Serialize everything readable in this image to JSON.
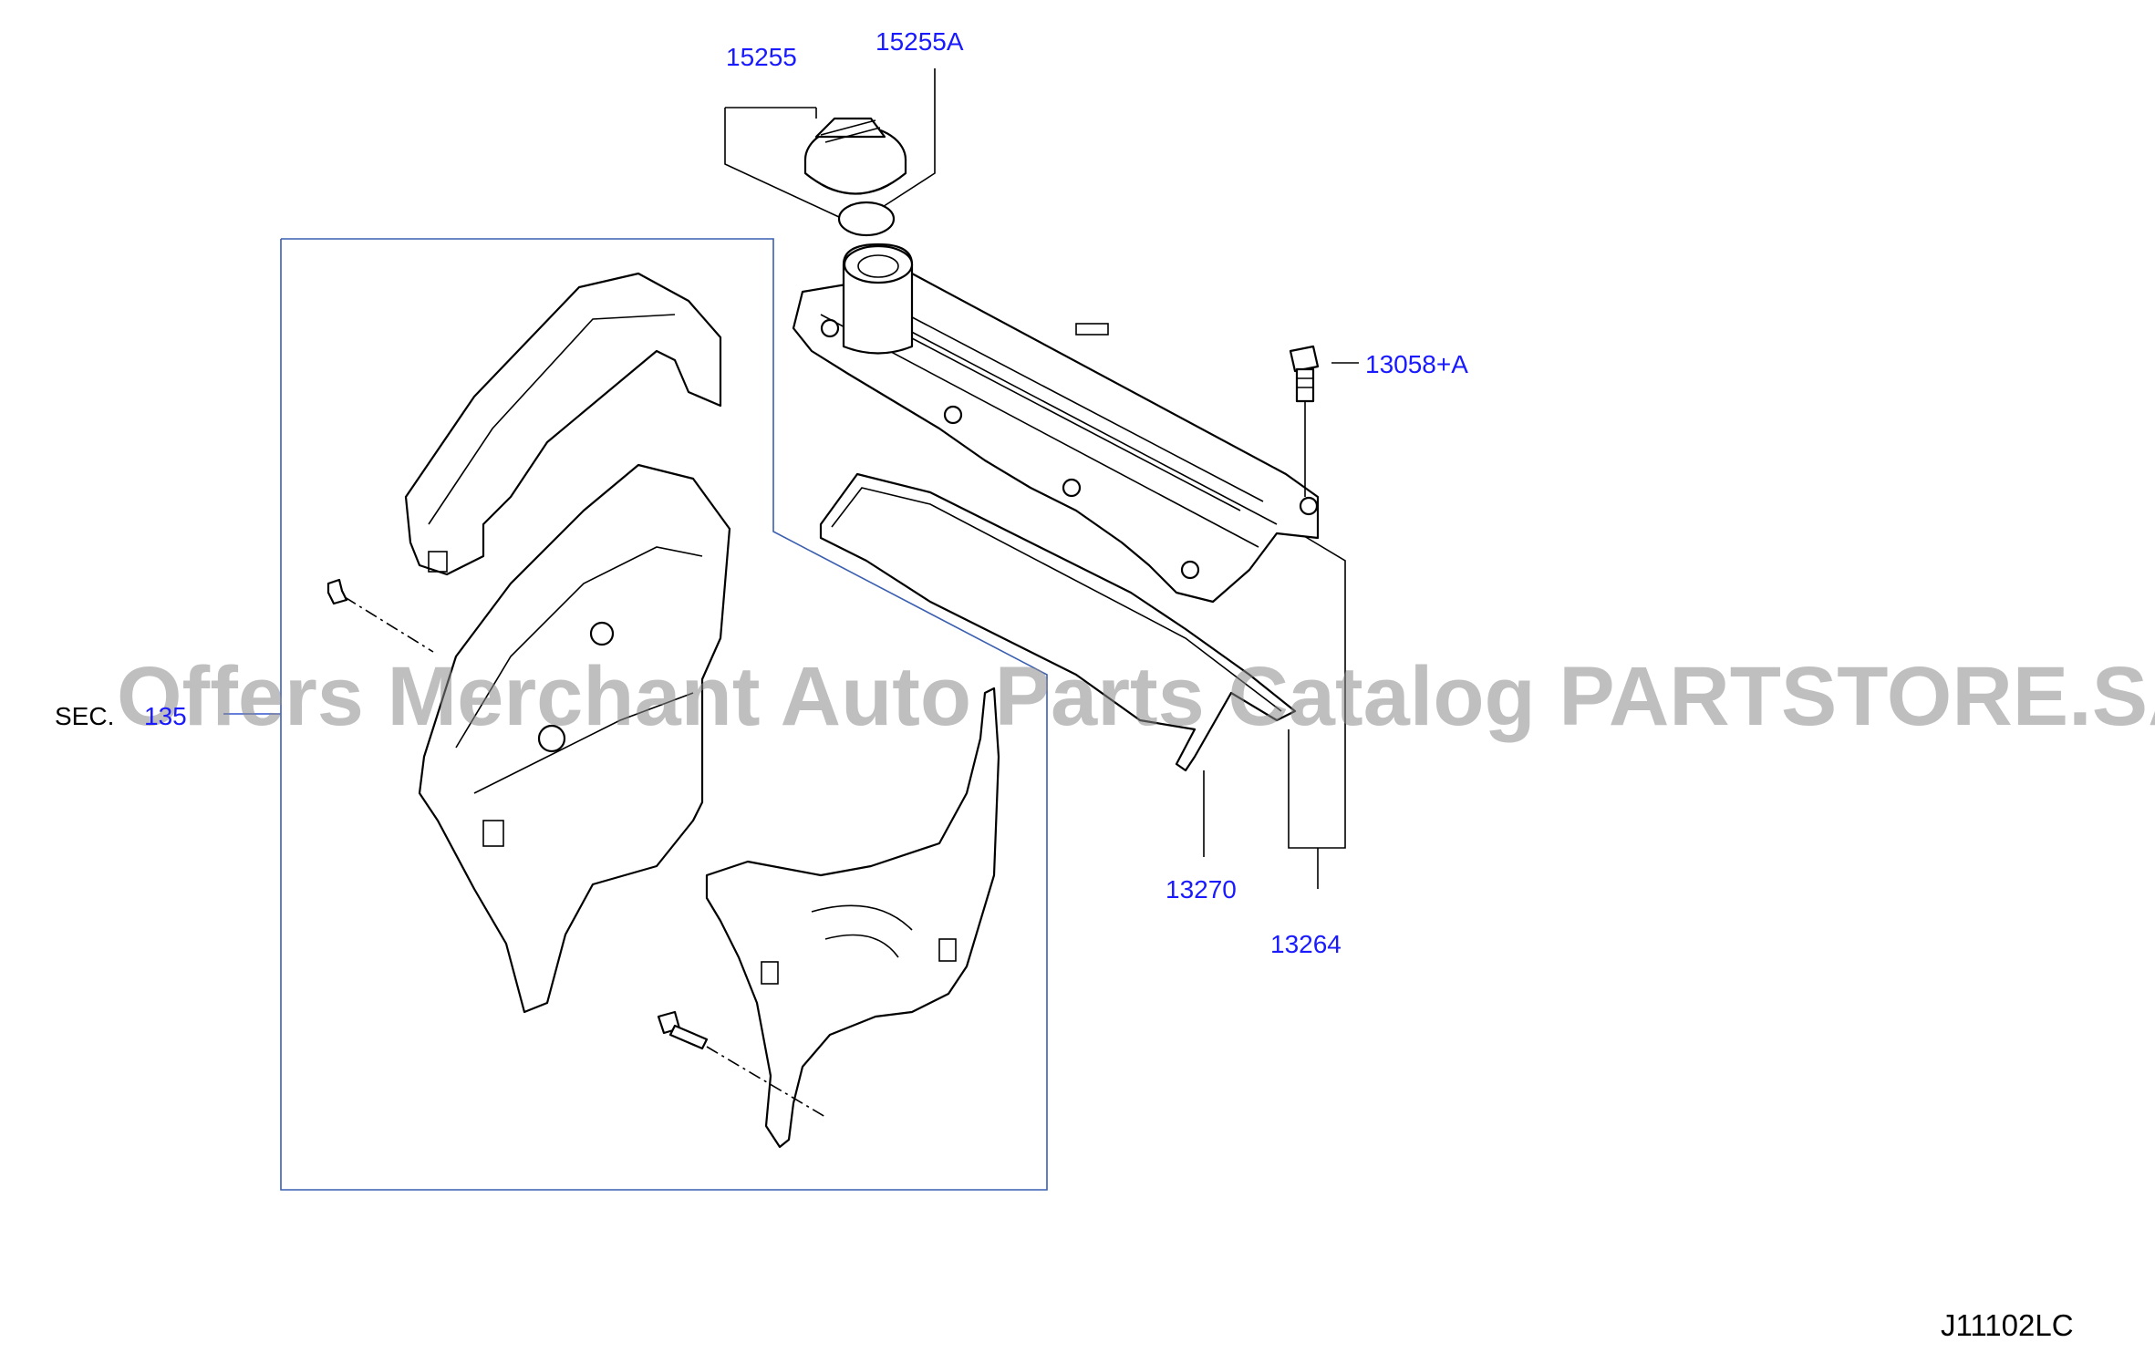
{
  "diagram": {
    "callouts": {
      "oil_cap": "15255",
      "cap_gasket": "15255A",
      "cover_bolt": "13058+A",
      "gasket": "13270",
      "rocker_cover": "13264"
    },
    "section_ref": {
      "prefix": "SEC.",
      "number": "135"
    },
    "diagram_code": "J11102LC",
    "watermark": "Offers Merchant Auto Parts Catalog PARTSTORE.SA"
  }
}
